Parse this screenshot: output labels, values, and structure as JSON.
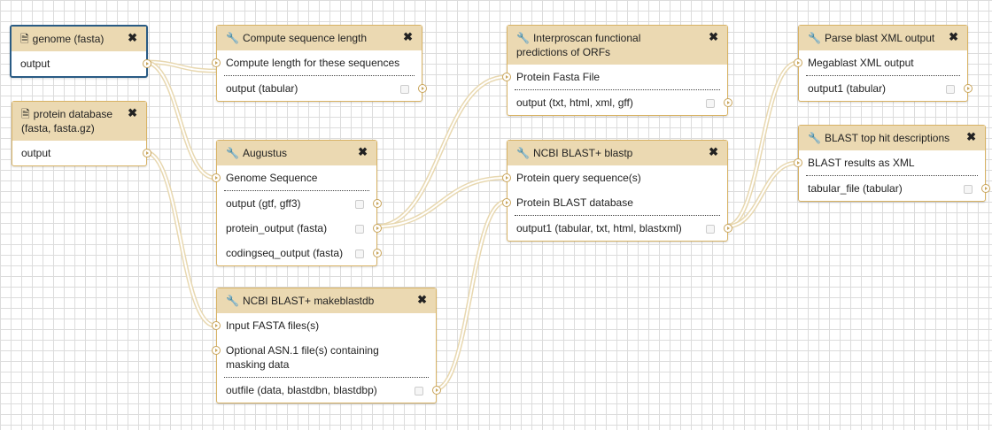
{
  "connection_color": "#e8d8b0",
  "nodes": {
    "genome": {
      "title": "genome (fasta)",
      "outputs": [
        "output"
      ]
    },
    "protein_db": {
      "title": "protein database (fasta, fasta.gz)",
      "outputs": [
        "output"
      ]
    },
    "compute_len": {
      "title": "Compute sequence length",
      "inputs": [
        "Compute length for these sequences"
      ],
      "outputs": [
        "output (tabular)"
      ]
    },
    "augustus": {
      "title": "Augustus",
      "inputs": [
        "Genome Sequence"
      ],
      "outputs": [
        "output (gtf, gff3)",
        "protein_output (fasta)",
        "codingseq_output (fasta)"
      ]
    },
    "makeblastdb": {
      "title": "NCBI BLAST+ makeblastdb",
      "inputs": [
        "Input FASTA files(s)",
        "Optional ASN.1 file(s) containing masking data"
      ],
      "outputs": [
        "outfile (data, blastdbn, blastdbp)"
      ]
    },
    "interproscan": {
      "title": "Interproscan functional predictions of ORFs",
      "inputs": [
        "Protein Fasta File"
      ],
      "outputs": [
        "output (txt, html, xml, gff)"
      ]
    },
    "blastp": {
      "title": "NCBI BLAST+ blastp",
      "inputs": [
        "Protein query sequence(s)",
        "Protein BLAST database"
      ],
      "outputs": [
        "output1 (tabular, txt, html, blastxml)"
      ]
    },
    "parse_blast": {
      "title": "Parse blast XML output",
      "inputs": [
        "Megablast XML output"
      ],
      "outputs": [
        "output1 (tabular)"
      ]
    },
    "top_hit": {
      "title": "BLAST top hit descriptions",
      "inputs": [
        "BLAST results as XML"
      ],
      "outputs": [
        "tabular_file (tabular)"
      ]
    }
  }
}
